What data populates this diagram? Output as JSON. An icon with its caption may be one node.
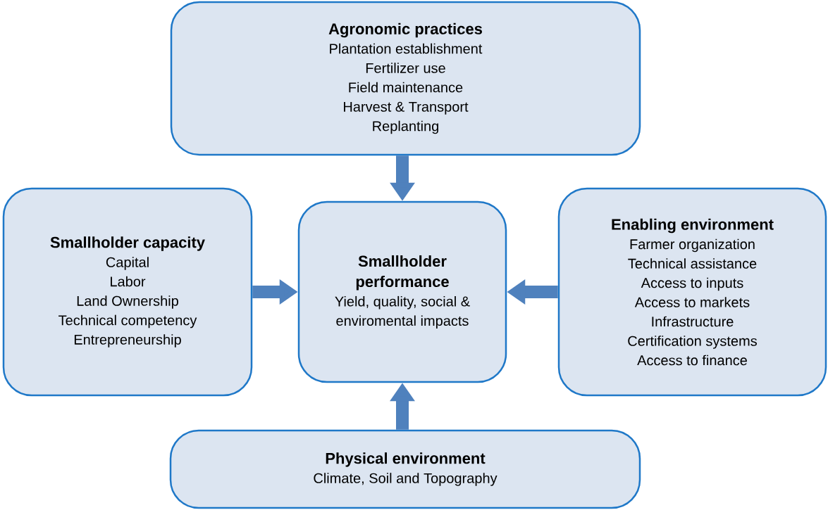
{
  "diagram": {
    "nodes": [
      {
        "text": [
          "Agronomic practices",
          "Plantation establishment",
          "Fertilizer use",
          "Field maintenance",
          "Harvest & Transport",
          "Replanting"
        ]
      },
      {
        "text": [
          "Smallholder capacity",
          "Capital",
          "Labor",
          "Land Ownership",
          "Technical competency",
          "Entrepreneurship"
        ]
      },
      {
        "text": [
          "Smallholder performance",
          "Yield, quality, social & enviromental impacts"
        ]
      },
      {
        "text": [
          "Enabling environment",
          "Farmer organization",
          "Technical assistance",
          "Access to inputs",
          "Access to markets",
          "Infrastructure",
          "Certification systems",
          "Access to finance"
        ]
      },
      {
        "text": [
          "Physical environment",
          "Climate, Soil and Topography"
        ]
      }
    ],
    "edges": [
      {
        "from": 0,
        "to": 2,
        "arrow": "to"
      },
      {
        "from": 1,
        "to": 2,
        "arrow": "to"
      },
      {
        "from": 3,
        "to": 2,
        "arrow": "to"
      },
      {
        "from": 4,
        "to": 2,
        "arrow": "to"
      }
    ]
  }
}
